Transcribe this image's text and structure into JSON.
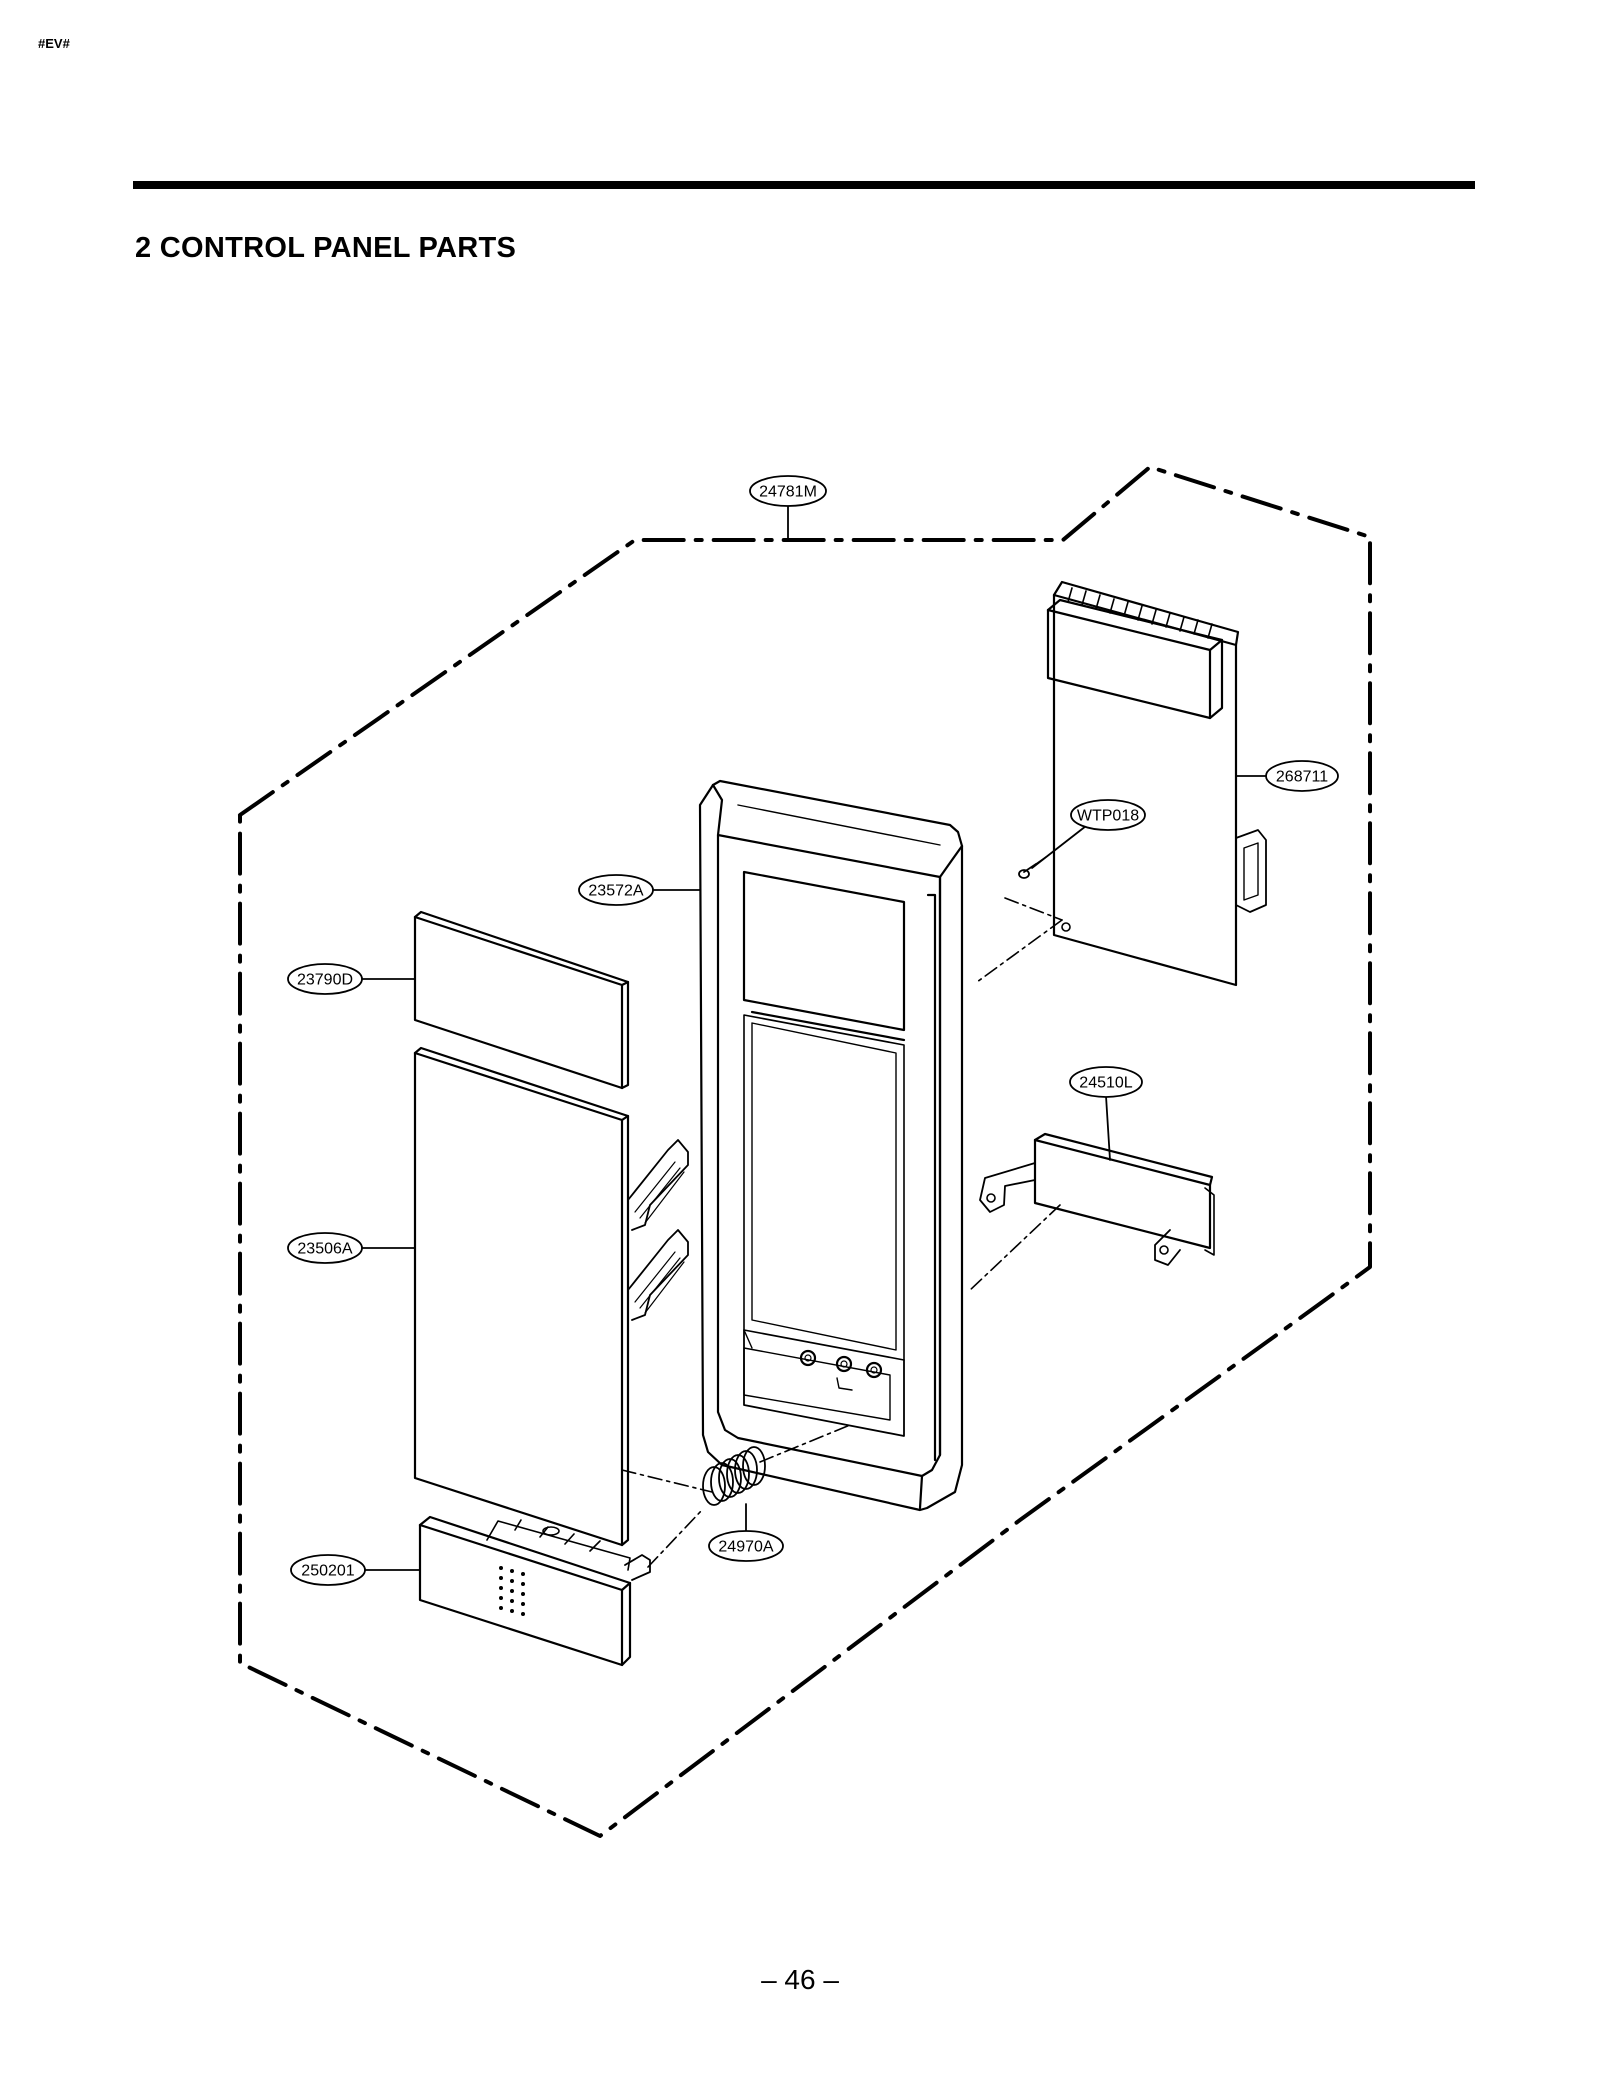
{
  "header": {
    "corner_tag": "#EV#",
    "title": "2 CONTROL PANEL PARTS"
  },
  "footer": {
    "page_number": "– 46 –"
  },
  "diagram": {
    "callouts": {
      "assembly": "24781M",
      "pcb": "268711",
      "screw": "WTP018",
      "frame": "23572A",
      "window": "23790D",
      "membrane": "23506A",
      "bracket": "24510L",
      "spring": "24970A",
      "door_button": "250201"
    }
  }
}
